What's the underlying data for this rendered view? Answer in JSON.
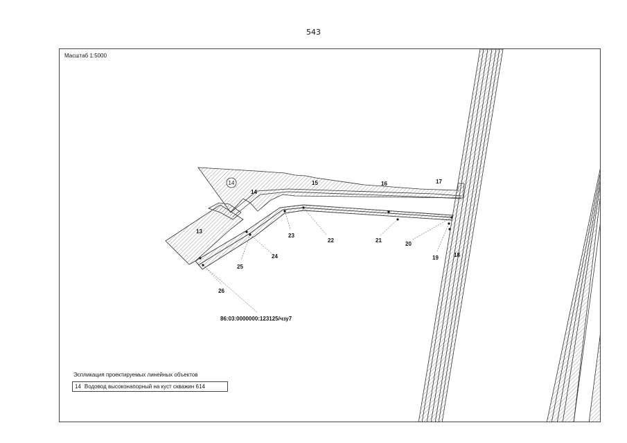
{
  "page_number": "543",
  "scale_label": "Масштаб 1:5000",
  "legend": {
    "title": "Эспликация проектируемых линейных объектов",
    "items": [
      {
        "number": "14",
        "text": "Водовод высоконапорный на куст скважин 614"
      }
    ]
  },
  "object_marker": "14",
  "area_label": "14",
  "parcel_label": "86:03:0000000:123125/чзу7",
  "points": [
    "13",
    "15",
    "16",
    "17",
    "18",
    "19",
    "20",
    "21",
    "22",
    "23",
    "24",
    "25",
    "26"
  ],
  "colors": {
    "line": "#333333",
    "frame": "#444444"
  }
}
